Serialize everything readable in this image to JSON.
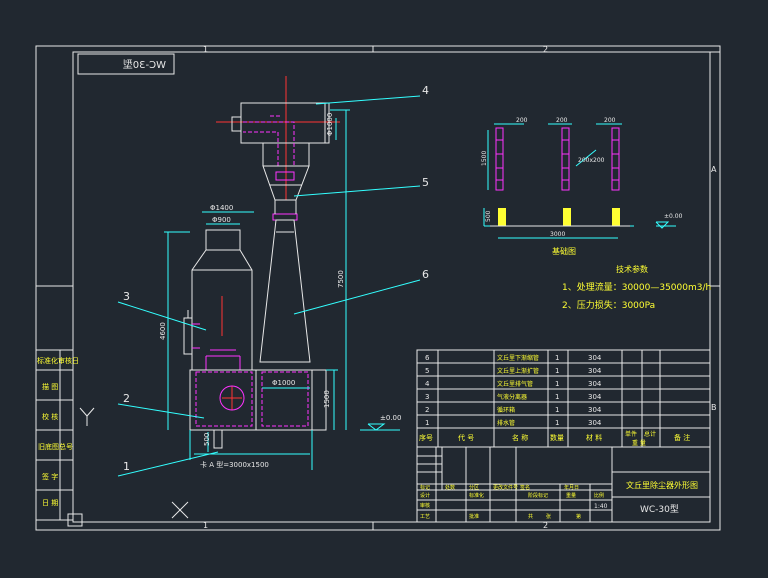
{
  "colors": {
    "background": "#212830",
    "frame": "#e8e8e8",
    "green": "#33ff66",
    "cyan": "#33ffff",
    "magenta": "#ff33ff",
    "red": "#ff3333",
    "yellow": "#ffff33"
  },
  "stamp": {
    "text": "WC-30型"
  },
  "grid_labels": {
    "top_1": "1",
    "top_2": "2",
    "bottom_1": "1",
    "bottom_2": "2",
    "right_a": "A",
    "right_b": "B"
  },
  "side_table": {
    "rows": [
      "标准化审核日",
      "描 图",
      "校 核",
      "旧底图总号",
      "签 字",
      "日 期"
    ]
  },
  "leaders": {
    "l1": "1",
    "l2": "2",
    "l3": "3",
    "l4": "4",
    "l5": "5",
    "l6": "6"
  },
  "dims": {
    "phi1400": "Φ1400",
    "phi900": "Φ900",
    "phi1000_top": "Φ1000",
    "phi1000_mid": "Φ1000",
    "h4600": "4600",
    "h7500": "7500",
    "h1500": "1500",
    "d500": "500",
    "base": "卡 A 型=3000x1500",
    "zero": "±0.00"
  },
  "section": {
    "dim200_a": "200",
    "dim200_b": "200",
    "dim200_c": "200",
    "dim200x200": "200x200",
    "dim1500": "1500",
    "dim500": "500",
    "dim3000": "3000",
    "zero": "±0.00",
    "caption": "基础图"
  },
  "tech": {
    "title": "技术参数",
    "line1": "1、处理流量：30000—35000m3/h",
    "line2": "2、压力损失：3000Pa"
  },
  "bom": {
    "rows": [
      {
        "no": "6",
        "name": "文丘里下渐缩管",
        "qty": "1",
        "mat": "304"
      },
      {
        "no": "5",
        "name": "文丘里上渐扩管",
        "qty": "1",
        "mat": "304"
      },
      {
        "no": "4",
        "name": "文丘里排气管",
        "qty": "1",
        "mat": "304"
      },
      {
        "no": "3",
        "name": "气液分离器",
        "qty": "1",
        "mat": "304"
      },
      {
        "no": "2",
        "name": "循环箱",
        "qty": "1",
        "mat": "304"
      },
      {
        "no": "1",
        "name": "排水管",
        "qty": "1",
        "mat": "304"
      }
    ],
    "header": {
      "no": "序号",
      "code": "代 号",
      "name": "名 称",
      "qty": "数量",
      "mat": "材 料",
      "w1": "单件",
      "w2": "总计",
      "weight": "重 量",
      "remark": "备 注"
    }
  },
  "title_block": {
    "drawing_title": "文丘里除尘器外形图",
    "drawing_no": "WC-30型",
    "scale": "1:40",
    "labels": {
      "mark": "标记",
      "count": "处数",
      "zone": "分区",
      "change": "更改文件号",
      "sign": "签名",
      "date": "年月日",
      "design": "设计",
      "std": "标准化",
      "stage": "阶段标记",
      "weight": "重量",
      "scale": "比例",
      "review": "审核",
      "craft": "工艺",
      "approve": "批准",
      "sheet": "共",
      "page": "张",
      "of": "第"
    }
  }
}
